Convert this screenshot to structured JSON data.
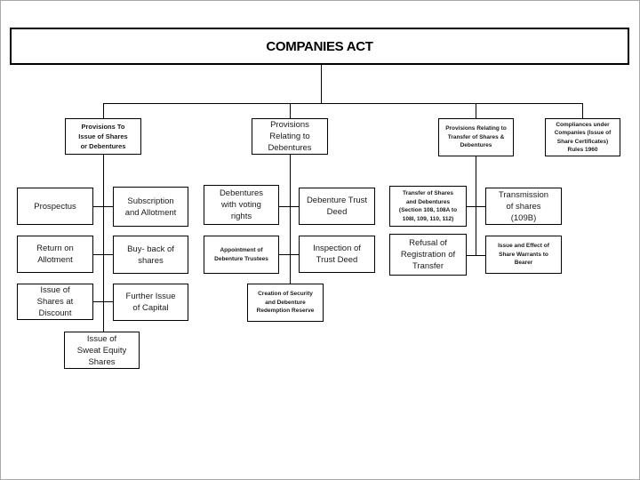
{
  "title": {
    "label": "COMPANIES ACT"
  },
  "colors": {
    "line": "#000000",
    "box_border": "#000000",
    "background": "#ffffff",
    "text": "#1a1a1a"
  },
  "branches": [
    {
      "id": "issue-of-shares",
      "label": "Provisions To\nIssue of Shares\nor Debentures",
      "items": [
        {
          "label": "Prospectus"
        },
        {
          "label": "Subscription\nand Allotment"
        },
        {
          "label": "Return on\nAllotment"
        },
        {
          "label": "Buy- back of\nshares"
        },
        {
          "label": "Issue of\nShares at\nDiscount"
        },
        {
          "label": "Further Issue\nof Capital"
        },
        {
          "label": "Issue of\nSweat Equity\nShares"
        }
      ]
    },
    {
      "id": "debentures",
      "label": "Provisions\nRelating to\nDebentures",
      "items": [
        {
          "label": "Debentures\nwith voting\nrights"
        },
        {
          "label": "Debenture Trust\nDeed"
        },
        {
          "label": "Appointment of\nDebenture Trustees"
        },
        {
          "label": "Inspection of\nTrust Deed"
        },
        {
          "label": "Creation of Security\nand Debenture\nRedemption Reserve"
        }
      ]
    },
    {
      "id": "transfer",
      "label": "Provisions Relating to\nTransfer of Shares &\nDebentures",
      "items": [
        {
          "label": "Transfer of Shares\nand Debentures\n(Section 108, 108A to\n108I, 109, 110, 112)"
        },
        {
          "label": "Transmission\nof shares\n(109B)"
        },
        {
          "label": "Refusal of\nRegistration of\nTransfer"
        },
        {
          "label": "Issue and Effect of\nShare Warrants to\nBearer"
        }
      ]
    },
    {
      "id": "compliances",
      "label": "Compliances under\nCompanies (Issue of\nShare Certificates)\nRules 1960",
      "items": []
    }
  ]
}
